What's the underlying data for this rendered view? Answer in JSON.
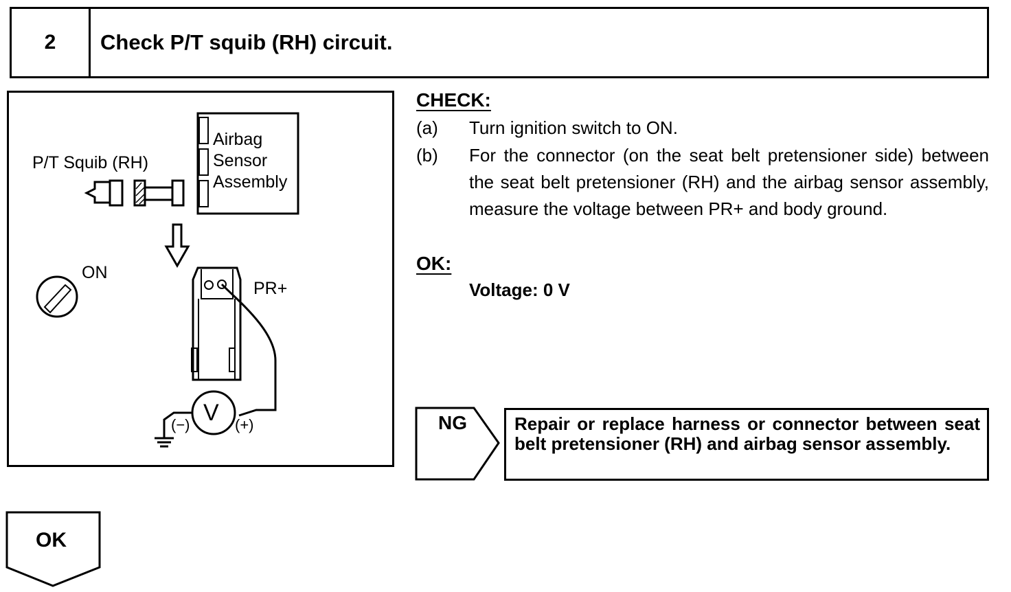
{
  "step": {
    "number": "2",
    "title": "Check P/T squib (RH) circuit."
  },
  "figure": {
    "squib_label": "P/T Squib (RH)",
    "sensor_line1": "Airbag",
    "sensor_line2": "Sensor",
    "sensor_line3": "Assembly",
    "ignition_label": "ON",
    "terminal_label": "PR+",
    "meter_symbol": "V",
    "minus_label": "(−)",
    "plus_label": "(+)"
  },
  "check": {
    "heading": "CHECK:",
    "steps": [
      {
        "letter": "(a)",
        "text": "Turn ignition switch to ON."
      },
      {
        "letter": "(b)",
        "text": "For the connector (on the seat belt pretensioner side) between the seat belt pretensioner (RH) and the airbag sensor assembly, measure the voltage between PR+ and body ground."
      }
    ]
  },
  "ok_spec": {
    "heading": "OK:",
    "value": "Voltage: 0 V"
  },
  "ng": {
    "label": "NG",
    "action": "Repair or replace harness or connector between seat belt pretensioner (RH) and airbag sensor assembly."
  },
  "ok_branch": {
    "label": "OK"
  }
}
